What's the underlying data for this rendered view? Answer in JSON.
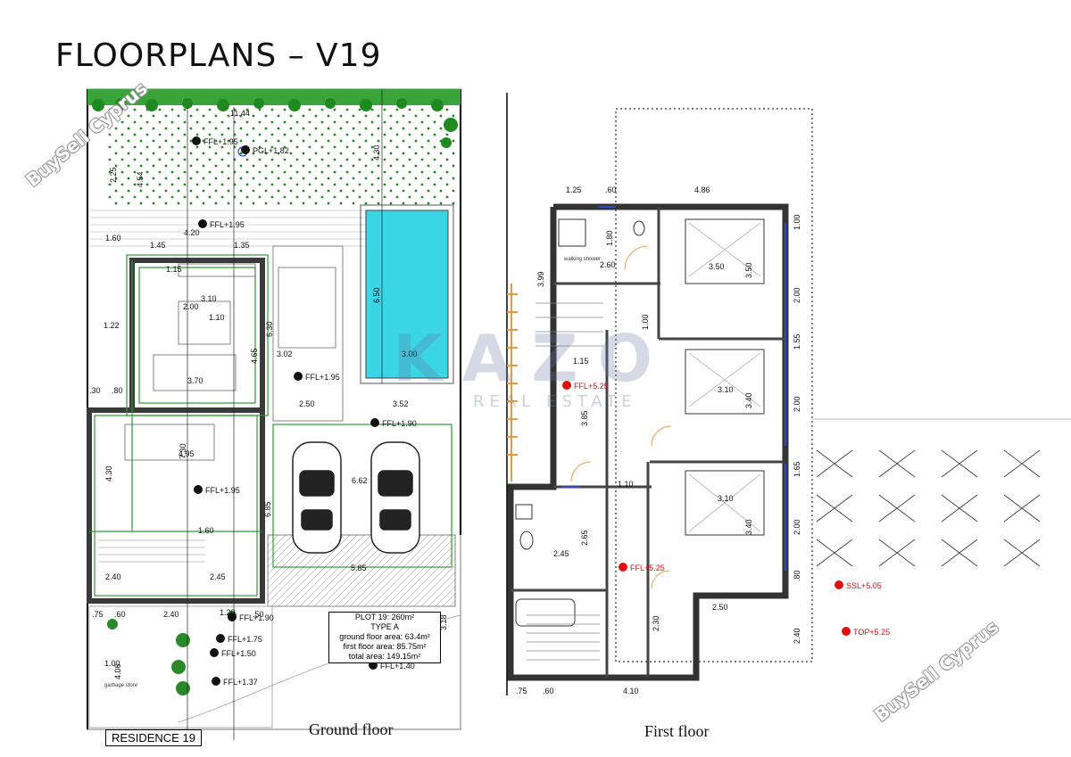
{
  "title": "FLOORPLANS – V19",
  "captions": {
    "ground": "Ground floor",
    "first": "First floor"
  },
  "watermark": {
    "brand": "BuySell Cyprus",
    "logo": "KAZO",
    "logo_sub": "REAL ESTATE"
  },
  "residence_label": "RESIDENCE 19",
  "plot_info": {
    "plot": "PLOT 19: 260m²",
    "type": "TYPE A",
    "ground": "ground floor area: 63.4m²",
    "first": "first floor area: 85.75m²",
    "total": "total area: 149.15m²"
  },
  "ground_levels": [
    "FFL+1.95",
    "FFL+1.95",
    "FFL+1.95",
    "FFL+1.90",
    "FFL+1.75",
    "FFL+1.50",
    "FFL+1.40",
    "FFL+1.37",
    "FFL+1.95",
    "PGL+1.82",
    "FFL+1.90"
  ],
  "ground_dims": [
    "11.44",
    "4.54",
    "2.25",
    "4.30",
    "1.60",
    "1.35",
    "1.45",
    "4.20",
    "3.10",
    "2.00",
    "1.10",
    "1.22",
    "3.70",
    "3.02",
    "6.30",
    "6.50",
    "3.00",
    "2.50",
    "3.52",
    "7.30",
    "4.95",
    "4.30",
    "6.85",
    "1.60",
    "2.45",
    "2.40",
    "5.85",
    "6.62",
    ".75",
    ".60",
    "2.40",
    "1.20",
    ".50",
    "3.18",
    "1.00",
    "4.06",
    "1.15",
    "4.65",
    ".80",
    ".30"
  ],
  "first_levels": [
    "FFL+5.25",
    "FFL+5.25",
    "SSL+5.05",
    "TOP+5.25"
  ],
  "first_dims": [
    "1.25",
    ".60",
    "4.86",
    "1.00",
    "2.00",
    "1.55",
    "2.00",
    "1.65",
    "2.00",
    ".80",
    "2.40",
    "3.99",
    "2.60",
    "3.50",
    "3.50",
    "1.80",
    "1.00",
    "1.15",
    "3.85",
    "3.10",
    "3.40",
    "3.10",
    "3.40",
    "1.10",
    "2.65",
    "2.45",
    "2.50",
    "2.30",
    ".75",
    ".60",
    "4.10"
  ],
  "room_labels": {
    "walking_shower": "walking shower",
    "garbage": "garbage store"
  },
  "colors": {
    "wall": "#3a3a3a",
    "green": "#2e9a2e",
    "pool": "#3ad6e6",
    "grass": "#1f8a1f",
    "red": "#e01010",
    "blue": "#2b4bd0"
  }
}
